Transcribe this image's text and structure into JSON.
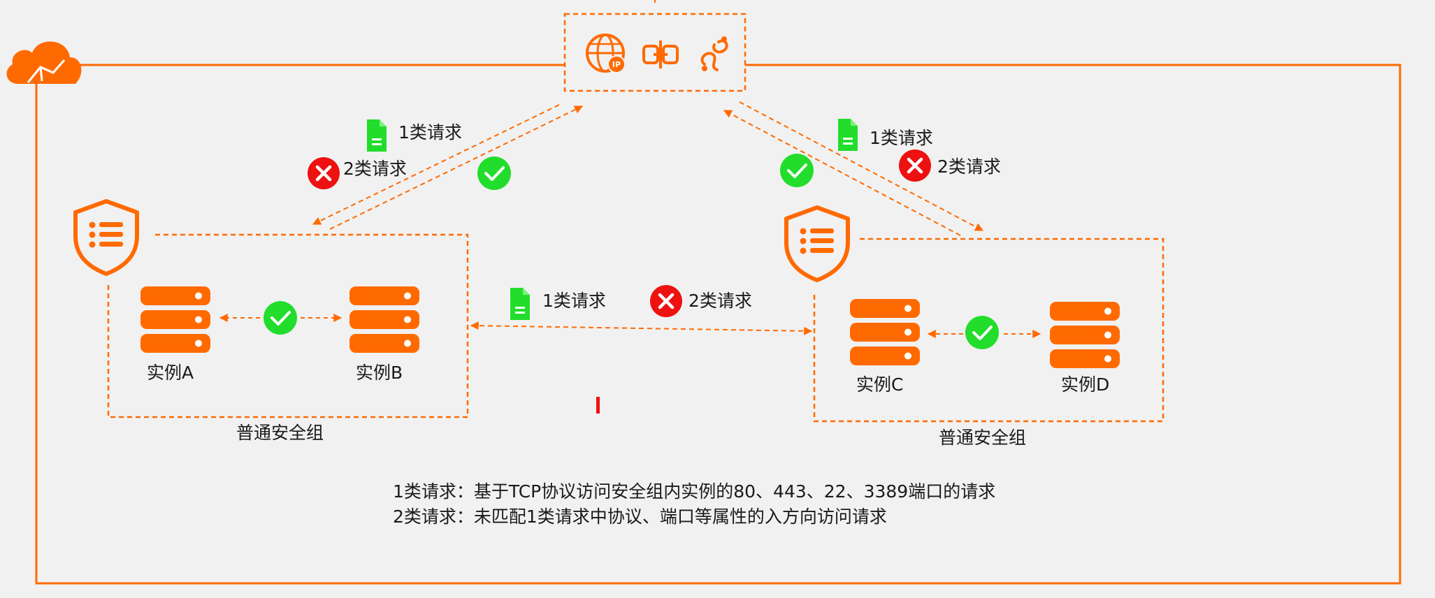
{
  "colors": {
    "accent": "#ff6a00",
    "allow": "#22dd2b",
    "deny": "#ee1111",
    "doc": "#22dd2b",
    "background": "#f1f1f1"
  },
  "icons": {
    "cloud": "cloud-icon",
    "gateway": [
      "globe-ip-icon",
      "chain-link-icon",
      "eip-link-icon"
    ],
    "security_group": "shield-list-icon",
    "instance": "server-stack-icon",
    "allow": "green-check-icon",
    "deny": "red-cross-icon",
    "request_doc": "green-document-icon"
  },
  "requests": {
    "type1": "1类请求",
    "type2": "2类请求"
  },
  "groups": {
    "left": {
      "name": "普通安全组",
      "instance_a": "实例A",
      "instance_b": "实例B"
    },
    "right": {
      "name": "普通安全组",
      "instance_c": "实例C",
      "instance_d": "实例D"
    }
  },
  "legend": {
    "line1": "1类请求：基于TCP协议访问安全组内实例的80、443、22、3389端口的请求",
    "line2": "2类请求：未匹配1类请求中协议、端口等属性的入方向访问请求"
  }
}
